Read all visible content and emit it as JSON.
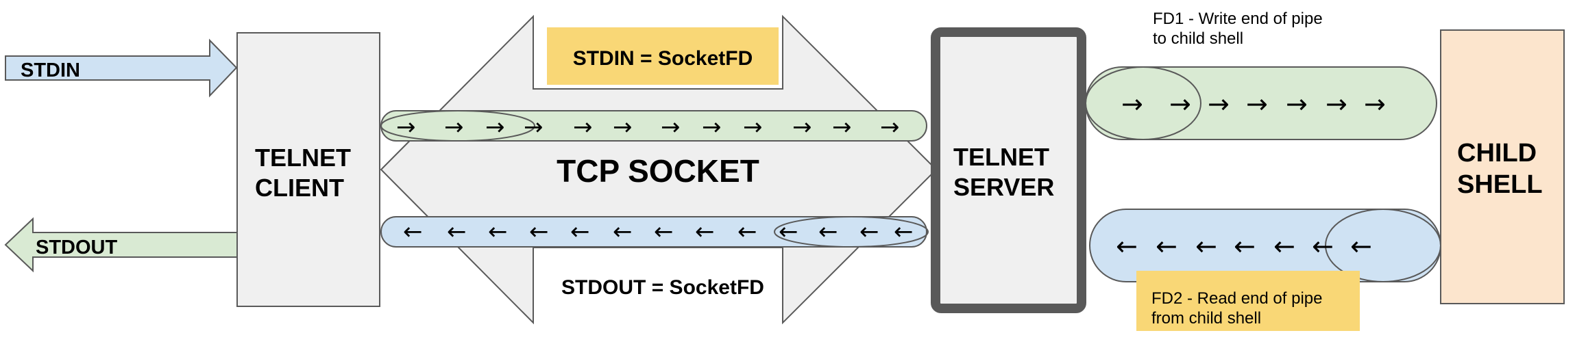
{
  "labels": {
    "stdin": "STDIN",
    "stdout": "STDOUT",
    "telnet_client": [
      "TELNET",
      "CLIENT"
    ],
    "telnet_server": [
      "TELNET",
      "SERVER"
    ],
    "child_shell": [
      "CHILD",
      "SHELL"
    ],
    "tcp_socket": "TCP SOCKET",
    "stdin_socketfd": "STDIN = SocketFD",
    "stdout_socketfd": "STDOUT = SocketFD",
    "fd1_note": [
      "FD1 - Write end of pipe",
      "to child shell"
    ],
    "fd2_note": [
      "FD2 - Read end of pipe",
      "from child shell"
    ]
  },
  "glyphs": {
    "right_arrow": "→",
    "left_arrow": "←"
  },
  "colors": {
    "client_box": "#f0f0f0",
    "server_frame": "#595959",
    "shell_box": "#fce5cd",
    "stdin_blue": "#cfe2f3",
    "stdout_green": "#d9ead3",
    "note_yellow": "#f9d776",
    "outline": "#595959"
  }
}
